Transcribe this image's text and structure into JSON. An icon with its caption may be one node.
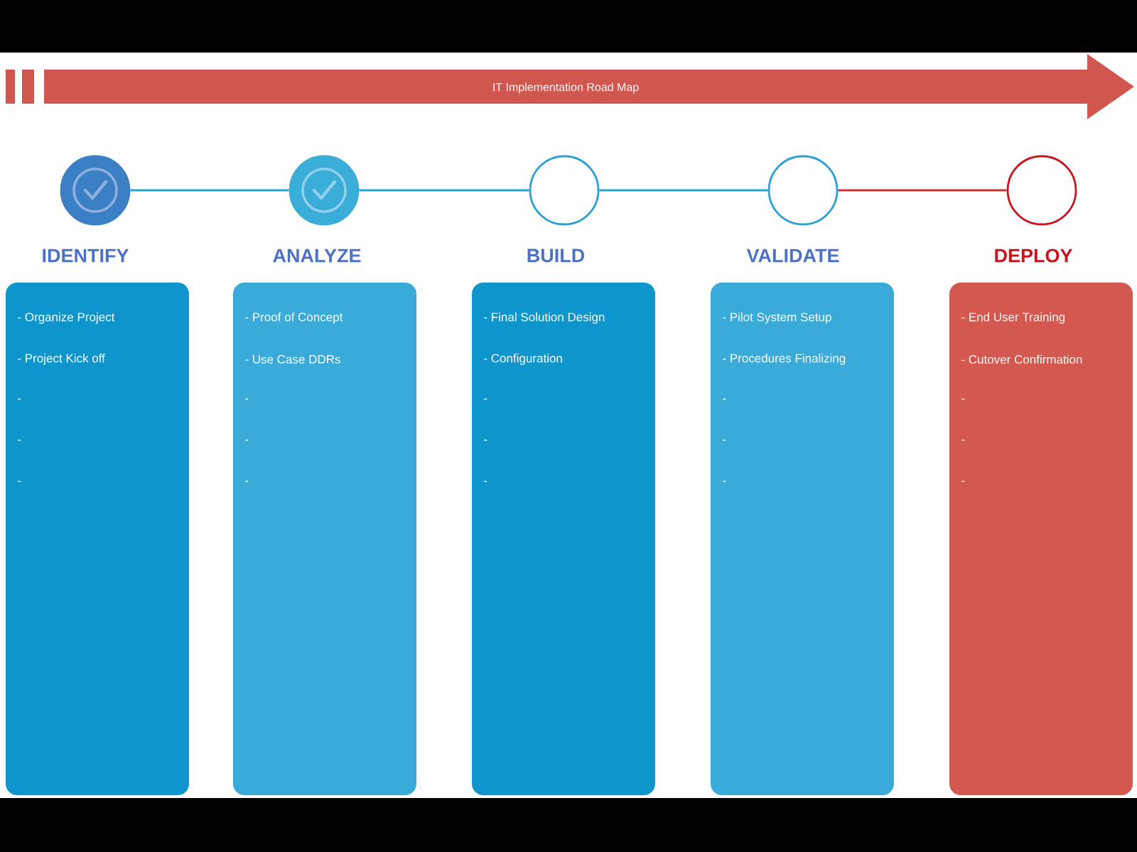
{
  "diagram": {
    "nodes": [
      {
        "text": [
          "IT Implementation Road Map"
        ]
      },
      {
        "text": [],
        "shape": "circle"
      },
      {
        "text": [],
        "shape": "circle"
      },
      {
        "text": [],
        "shape": "circle"
      },
      {
        "text": [],
        "shape": "circle"
      },
      {
        "text": [],
        "shape": "circle"
      },
      {
        "text": [
          "IDENTIFY",
          "- Organize Project",
          "- Project Kick off",
          "-",
          "-",
          "-"
        ]
      },
      {
        "text": [
          "ANALYZE",
          "- Proof of Concept",
          "- Use Case DDRs",
          "-",
          "-",
          "-"
        ]
      },
      {
        "text": [
          "BUILD",
          "- Final Solution Design",
          "- Configuration",
          "-",
          "-",
          "-"
        ]
      },
      {
        "text": [
          "VALIDATE",
          "- Pilot System Setup",
          "- Procedures Finalizing",
          "-",
          "-",
          "-"
        ]
      },
      {
        "text": [
          "DEPLOY",
          "- End User Training",
          "- Cutover Confirmation",
          "-",
          "-",
          "-"
        ]
      }
    ],
    "edges": [
      {
        "from": 1,
        "to": 2,
        "arrow": "none"
      },
      {
        "from": 2,
        "to": 3,
        "arrow": "none"
      },
      {
        "from": 3,
        "to": 4,
        "arrow": "none"
      },
      {
        "from": 4,
        "to": 5,
        "arrow": "none",
        "color": "#c8323a"
      }
    ]
  }
}
